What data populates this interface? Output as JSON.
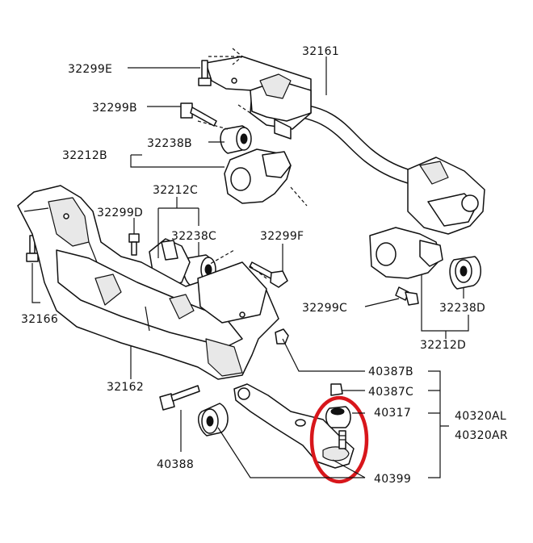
{
  "labels": {
    "p32299E": "32299E",
    "p32161": "32161",
    "p32299B": "32299B",
    "p32238B": "32238B",
    "p32212B": "32212B",
    "p32212C": "32212C",
    "p32299D": "32299D",
    "p32238C": "32238C",
    "p32299F": "32299F",
    "p32166": "32166",
    "p32299C": "32299C",
    "p32238D": "32238D",
    "p32212D": "32212D",
    "p32162": "32162",
    "p40387B": "40387B",
    "p40387C": "40387C",
    "p40317": "40317",
    "p40320AL": "40320AL",
    "p40320AR": "40320AR",
    "p40388": "40388",
    "p40399": "40399"
  },
  "colors": {
    "ink": "#111111",
    "highlight": "#d8161b",
    "background": "#ffffff"
  }
}
